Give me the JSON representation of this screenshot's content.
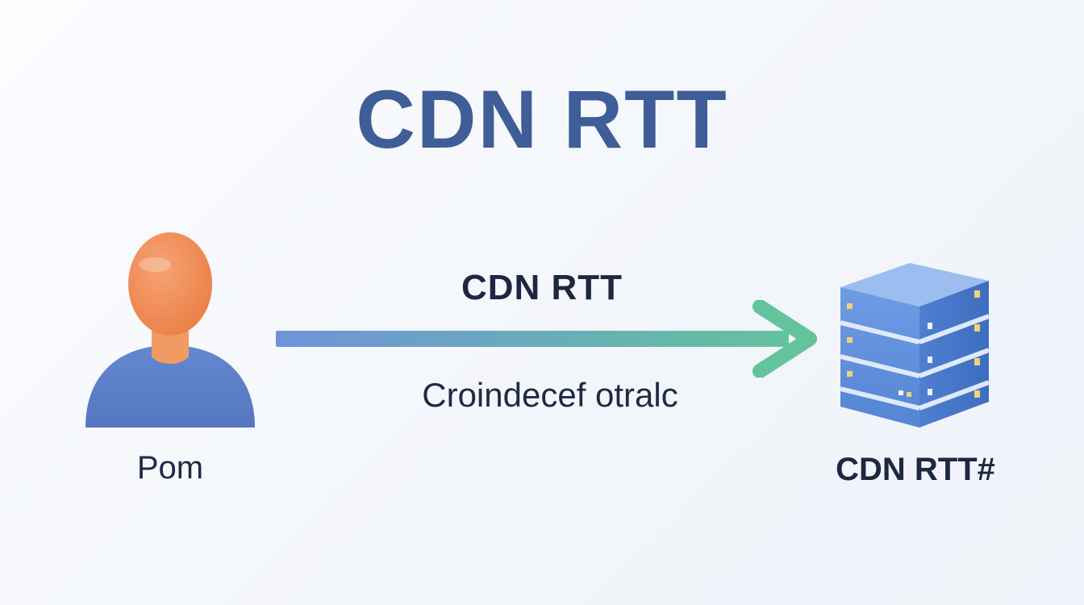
{
  "diagram": {
    "title": "CDN RTT",
    "client": {
      "label": "Pom",
      "icon": "person-icon"
    },
    "connection": {
      "top_label": "CDN RTT",
      "bottom_label": "Croindecef otralc",
      "icon": "arrow-right-icon"
    },
    "server": {
      "label": "CDN RTT#",
      "icon": "server-rack-icon"
    }
  },
  "colors": {
    "title": "#3f5d97",
    "person_head": "#f08a55",
    "person_body": "#5b7fc7",
    "arrow_start": "#6f93d9",
    "arrow_end": "#63c39c",
    "server_front": "#5f8fdb",
    "server_top": "#8bb1ec",
    "server_side": "#3f6fc4",
    "server_light": "#f2d27a"
  }
}
